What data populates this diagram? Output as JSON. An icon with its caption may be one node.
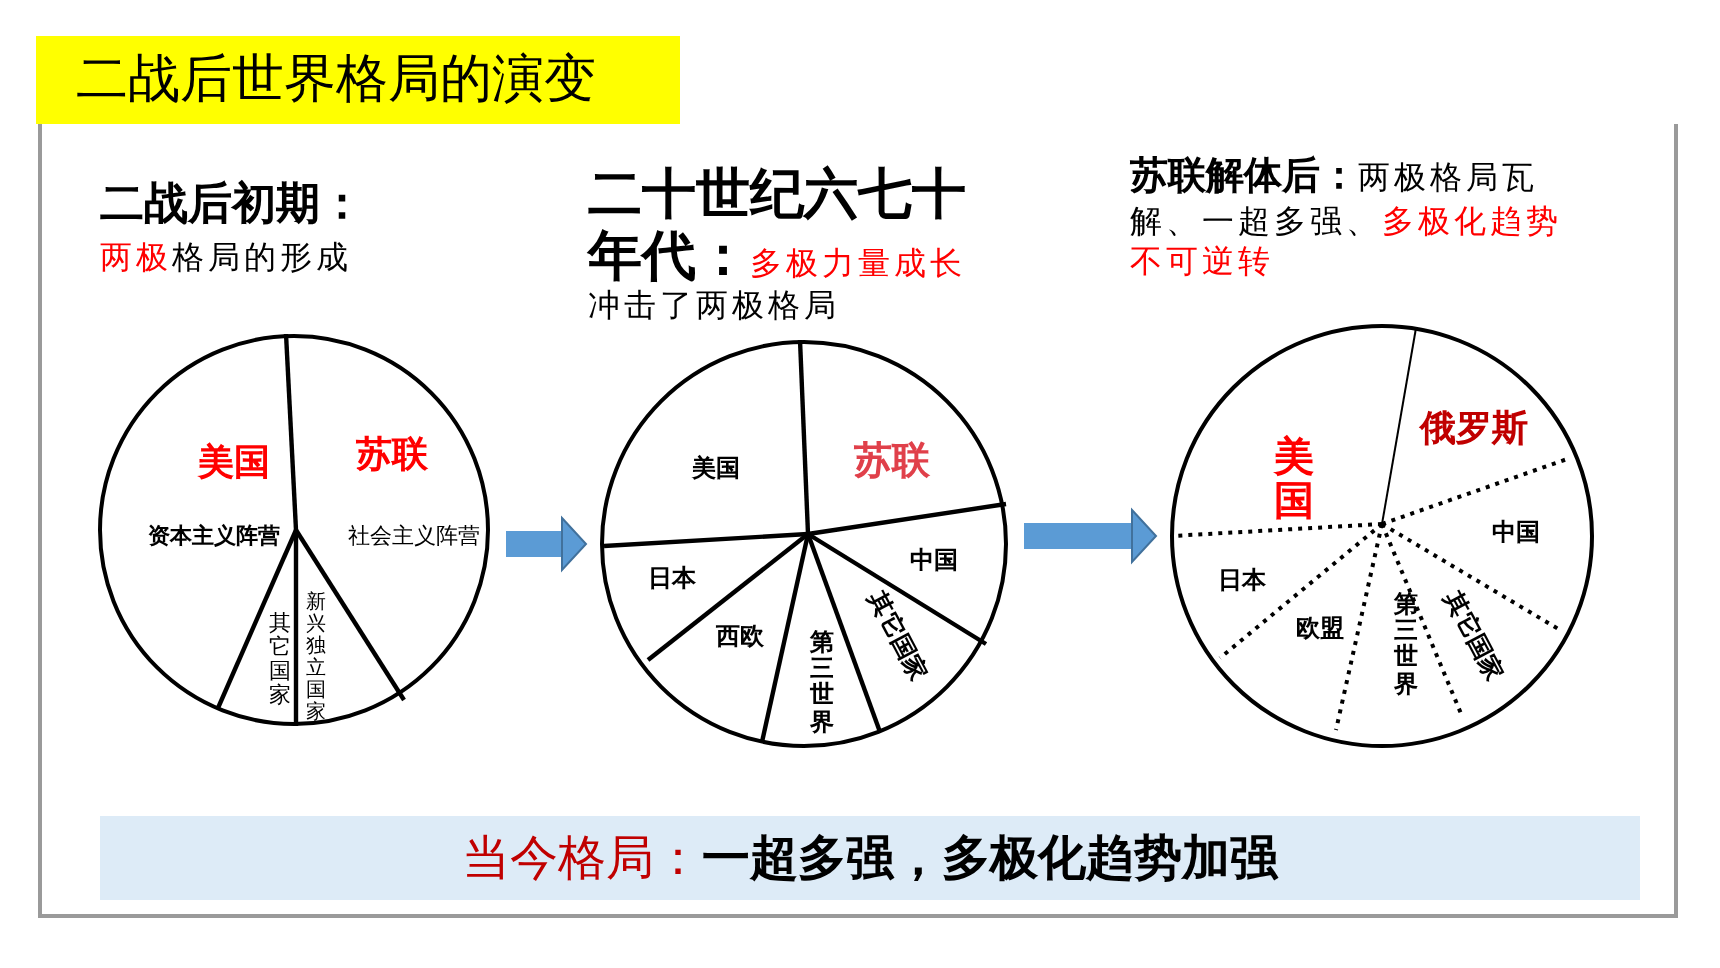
{
  "diagram": {
    "title": "二战后世界格局的演变",
    "nodes": [
      {
        "text": [
          "美国",
          "苏联",
          "资本主义阵营",
          "社会主义阵营",
          "其它国家",
          "新兴独立国家"
        ]
      },
      {
        "text": [
          "美国",
          "苏联",
          "中国",
          "日本",
          "西欧",
          "第三世界",
          "其它国家"
        ]
      },
      {
        "text": [
          "美国",
          "俄罗斯",
          "中国",
          "日本",
          "欧盟",
          "第三世界",
          "其它国家"
        ]
      },
      {
        "text": [
          "当今格局：",
          "一超多强，多极化趋势加强"
        ]
      }
    ],
    "edges": [
      {
        "from": 0,
        "to": 1,
        "arrow": "to"
      },
      {
        "from": 1,
        "to": 2,
        "arrow": "to"
      }
    ],
    "labels": [
      "二战后初期：",
      "两极",
      "格局的形成",
      "二十世纪六七十年代：",
      "多极力量成长",
      "冲击了两极格局",
      "苏联解体后：",
      "两极格局瓦解、一超多强、",
      "多极化趋势不可逆转"
    ]
  }
}
